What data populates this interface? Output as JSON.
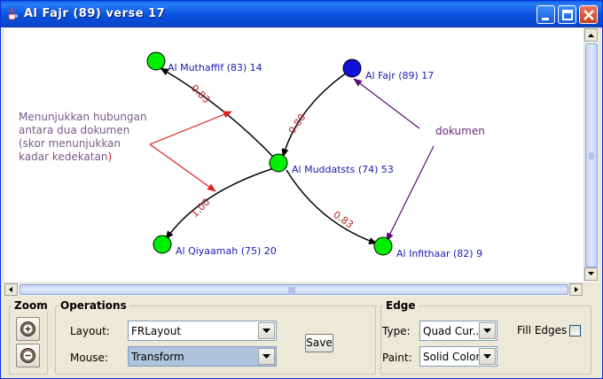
{
  "window": {
    "title": "Al Fajr (89) verse 17",
    "title_bar_color": "#0b54e0"
  },
  "graph": {
    "node_color_default": "#00ee00",
    "node_color_selected": "#1010d8",
    "label_color": "#1a1ab0",
    "edge_weight_color": "#b22222",
    "nodes": {
      "muthaffif": "Al Muthaffif (83) 14",
      "fajr": "Al Fajr (89) 17",
      "muddatsts": "Al Muddatsts (74) 53",
      "qiyaamah": "Al Qiyaamah (75) 20",
      "infithaar": "Al Infithaar (82) 9"
    },
    "edges": {
      "muthaffif_weight": "0.83",
      "fajr_weight": "0.80",
      "qiyaamah_weight": "1.00",
      "infithaar_weight": "0.83"
    },
    "annotations": {
      "left_line1": "Menunjukkan hubungan",
      "left_line2": "antara dua dokumen",
      "left_line3": "(skor menunjukkan",
      "left_line4": "kadar kedekatan",
      "left_line4_paren": ")",
      "right": "dokumen",
      "left_color": "#7a5a8a",
      "right_color": "#6a2a7a"
    }
  },
  "zoom": {
    "title": "Zoom",
    "zoom_in_icon": "plus-icon",
    "zoom_out_icon": "minus-icon"
  },
  "operations": {
    "title": "Operations",
    "layout_label": "Layout:",
    "layout_value": "FRLayout",
    "mouse_label": "Mouse:",
    "mouse_value": "Transform",
    "save_label": "Save"
  },
  "edge": {
    "title": "Edge",
    "type_label": "Type:",
    "type_value": "Quad Cur...",
    "paint_label": "Paint:",
    "paint_value": "Solid Color",
    "fill_label": "Fill Edges"
  }
}
